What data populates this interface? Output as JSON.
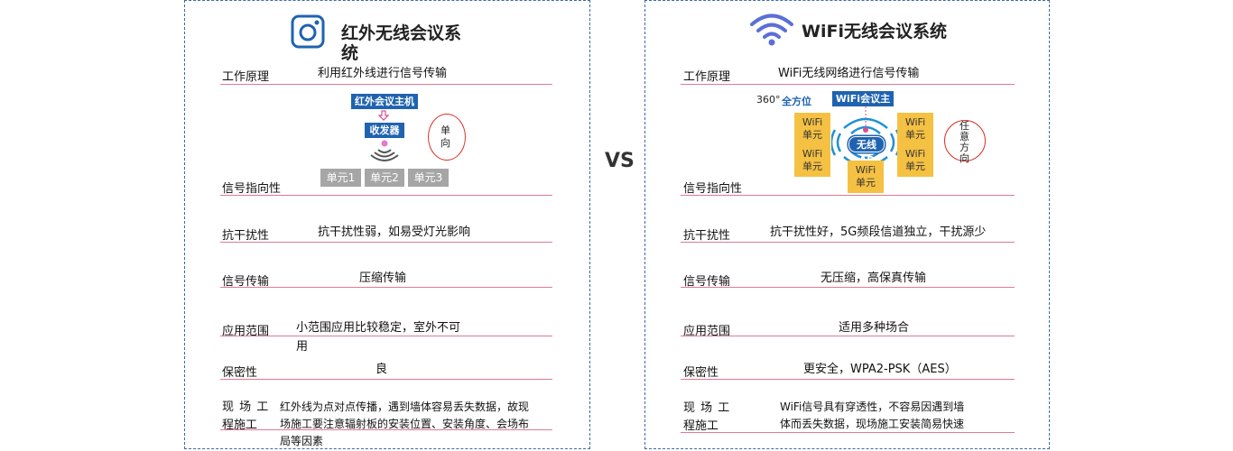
{
  "vs_label": "VS",
  "left": {
    "title_line1": "红外无线会议系",
    "title_line2": "统",
    "diagram": {
      "host": "红外会议主机",
      "transceiver": "收发器",
      "units": [
        "单元1",
        "单元2",
        "单元3"
      ],
      "direction": [
        "单",
        "向"
      ]
    },
    "rows": [
      {
        "label": "工作原理",
        "value": "利用红外线进行信号传输"
      },
      {
        "label": "信号指向性",
        "value": ""
      },
      {
        "label": "抗干扰性",
        "value": "抗干扰性弱，如易受灯光影响"
      },
      {
        "label": "信号传输",
        "value": "压缩传输"
      },
      {
        "label": "应用范围",
        "value_line1": "小范围应用比较稳定，室外不可",
        "value_line2": "用"
      },
      {
        "label": "保密性",
        "value": "良"
      },
      {
        "label_line1": "现 场 工",
        "label_line2": "程施工",
        "value_line1": "红外线为点对点传播，遇到墙体容易丢失数据，故现",
        "value_line2": "场施工要注意辐射板的安装位置、安装角度、会场布",
        "value_line3": "局等因素"
      }
    ]
  },
  "right": {
    "title": "WiFi无线会议系统",
    "diagram": {
      "angle_prefix": "360°",
      "angle_label": "全方位",
      "host": "WiFi会议主机",
      "ap": "无线AP",
      "unit_line1": "WiFi",
      "unit_line2": "单元",
      "direction": [
        "任",
        "意",
        "方",
        "向"
      ]
    },
    "rows": [
      {
        "label": "工作原理",
        "value": "WiFi无线网络进行信号传输"
      },
      {
        "label": "信号指向性",
        "value": ""
      },
      {
        "label": "抗干扰性",
        "value": "抗干扰性好，5G频段信道独立，干扰源少"
      },
      {
        "label": "信号传输",
        "value": "无压缩，高保真传输"
      },
      {
        "label": "应用范围",
        "value": "适用多种场合"
      },
      {
        "label": "保密性",
        "value": "更安全，WPA2-PSK（AES）"
      },
      {
        "label_line1": "现 场 工",
        "label_line2": "程施工",
        "value_line1": "WiFi信号具有穿透性，不容易因遇到墙",
        "value_line2": "体而丢失数据，现场施工安装简易快速"
      }
    ]
  },
  "colors": {
    "border": "#3b6aa0",
    "rule": "#e07a94",
    "blue": "#1f63b0",
    "yellow": "#f5c142",
    "gray": "#a6a6a6",
    "red": "#d9362b"
  }
}
